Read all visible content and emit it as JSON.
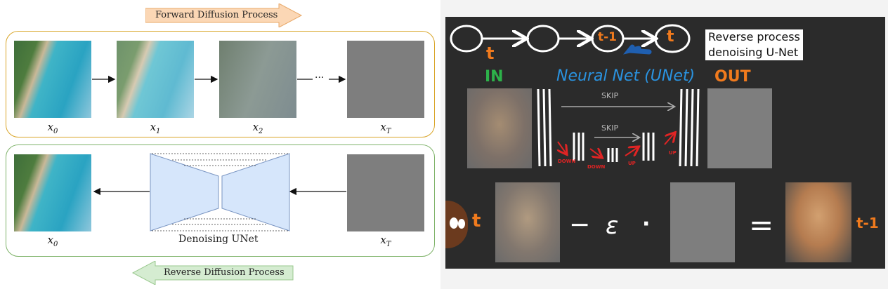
{
  "forward_diagram": {
    "title": "Forward Diffusion Process",
    "labels": [
      "x",
      "x",
      "x",
      "x"
    ],
    "subscripts": [
      "0",
      "1",
      "2",
      "T"
    ],
    "ellipsis": "···"
  },
  "reverse_diagram": {
    "title": "Reverse Diffusion Process",
    "unet_label": "Denoising UNet",
    "labels": [
      "x",
      "x"
    ],
    "subscripts": [
      "0",
      "T"
    ]
  },
  "whiteboard": {
    "chain_nodes": [
      "t-1",
      "t"
    ],
    "t_marker": "t",
    "caption_line1": "Reverse process",
    "caption_line2": "denoising U-Net",
    "in_label": "IN",
    "out_label": "OUT",
    "net_label": "Neural Net (UNet)",
    "skip_top": "SKIP",
    "skip_bottom": "SKIP",
    "down1": "DOWN",
    "down2": "DOWN",
    "up1": "UP",
    "up2": "UP",
    "eq_t": "t",
    "eq_minus": "−",
    "eq_eps": "ε",
    "eq_dot": "·",
    "eq_equals": "=",
    "eq_t1": "t-1"
  },
  "colors": {
    "forward_arrow": "#fbd7b5",
    "reverse_arrow": "#d5ecd1",
    "forward_box": "#d9a528",
    "reverse_box": "#7fb36a",
    "unet_fill": "#d6e6fb",
    "orange": "#f07a1d",
    "green": "#2db24a",
    "blue": "#2a93e0",
    "red": "#e02424"
  }
}
